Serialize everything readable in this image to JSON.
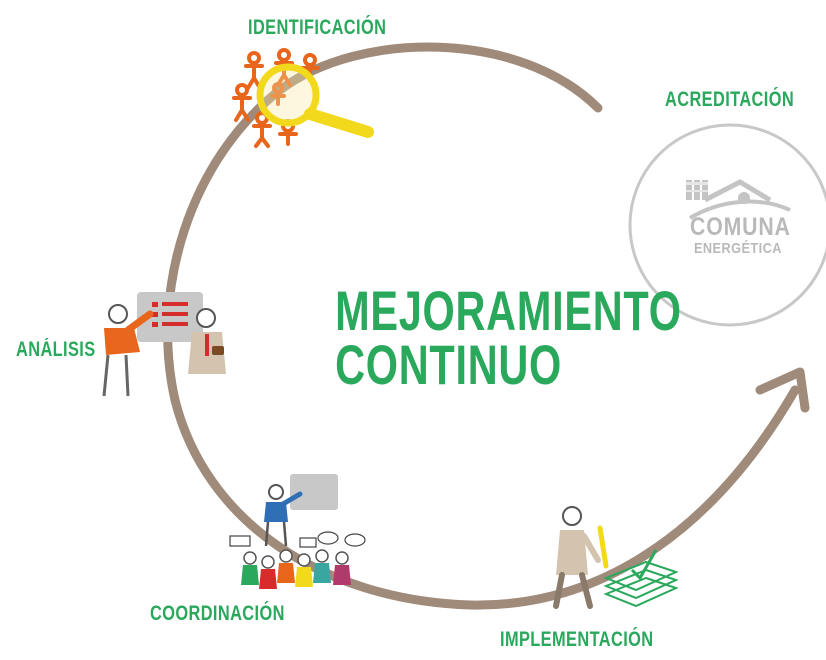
{
  "title": {
    "line1": "MEJORAMIENTO",
    "line2": "CONTINUO"
  },
  "stages": {
    "identificacion": "IDENTIFICACIÓN",
    "acreditacion": "ACREDITACIÓN",
    "analisis": "ANÁLISIS",
    "coordinacion": "COORDINACIÓN",
    "implementacion": "IMPLEMENTACIÓN"
  },
  "logo": {
    "line1": "COMUNA",
    "line2": "ENERGÉTICA"
  },
  "colors": {
    "accent_green": "#2aa85c",
    "cycle_arrow": "#a08a7a",
    "logo_gray": "#b9b9b9",
    "orange": "#e8651c",
    "yellow": "#f2d91c"
  }
}
